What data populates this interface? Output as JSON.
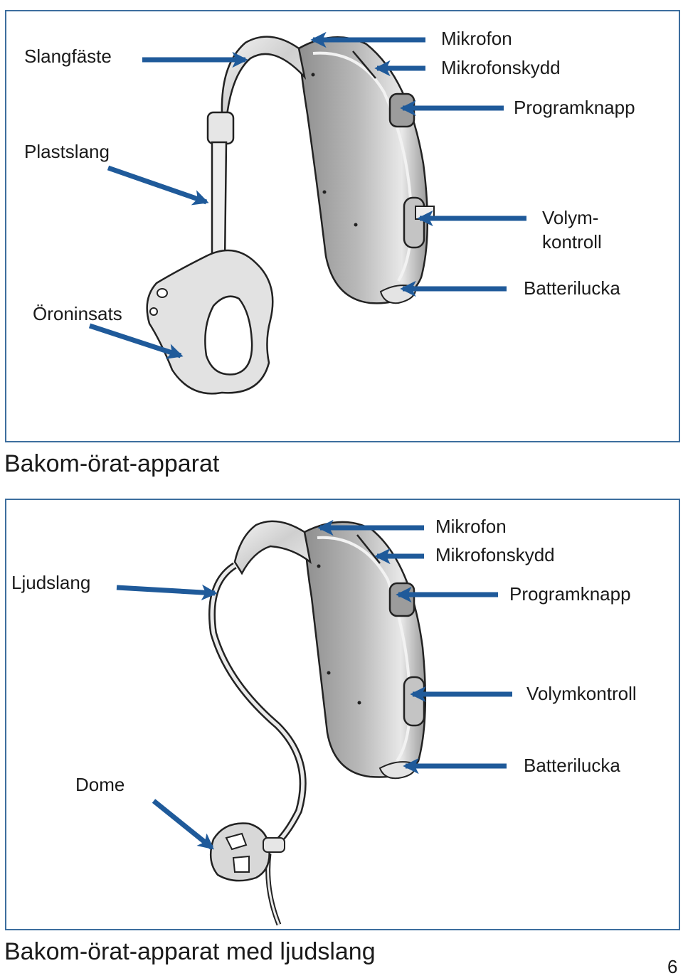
{
  "figure1": {
    "caption": "Bakom-örat-apparat",
    "labels": {
      "slangfaste": "Slangfäste",
      "plastslang": "Plastslang",
      "oroninsats": "Öroninsats",
      "mikrofon": "Mikrofon",
      "mikrofonskydd": "Mikrofonskydd",
      "programknapp": "Programknapp",
      "volymkontroll_line1": "Volym-",
      "volymkontroll_line2": "kontroll",
      "batterilucka": "Batterilucka"
    }
  },
  "figure2": {
    "caption": "Bakom-örat-apparat med ljudslang",
    "labels": {
      "ljudslang": "Ljudslang",
      "dome": "Dome",
      "mikrofon": "Mikrofon",
      "mikrofonskydd": "Mikrofonskydd",
      "programknapp": "Programknapp",
      "volymkontroll": "Volymkontroll",
      "batterilucka": "Batterilucka"
    }
  },
  "page_number": "6",
  "colors": {
    "arrow": "#1f5a9a",
    "frame": "#3d6e9e",
    "device": "#a9a9a9"
  }
}
